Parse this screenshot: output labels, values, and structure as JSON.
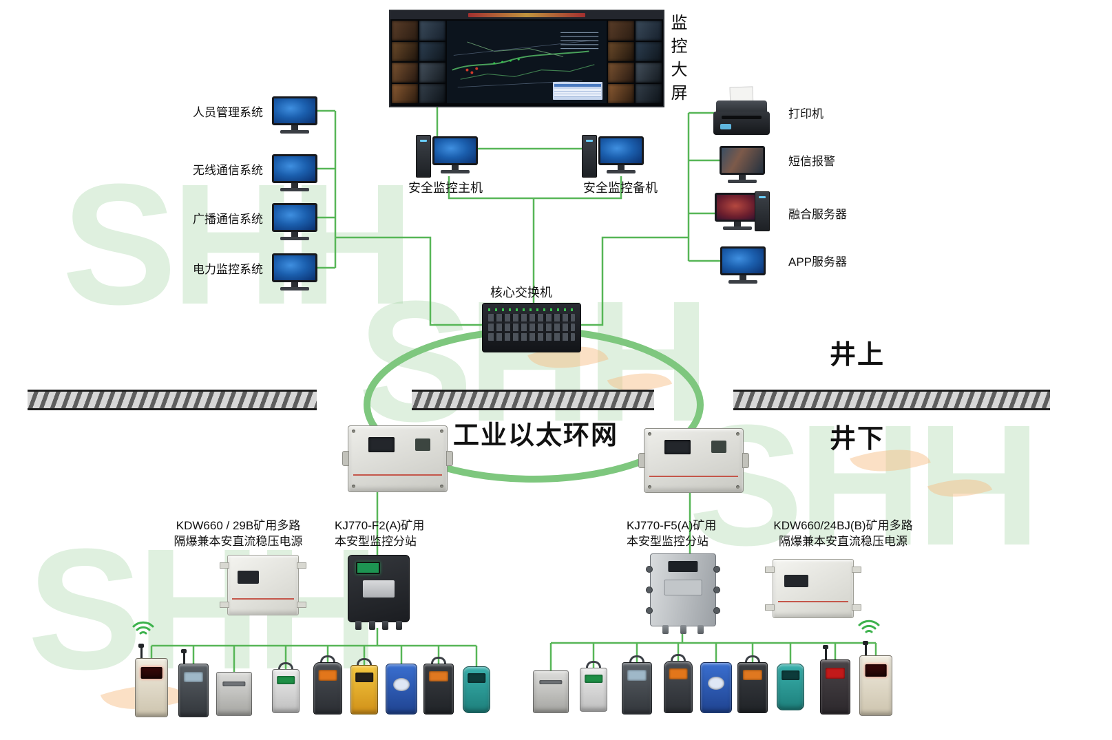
{
  "watermark": {
    "text": "SHH",
    "color": "#96cd96"
  },
  "colors": {
    "wire": "#57b657",
    "ring": "#7ec77e",
    "ground": "#5e5e5e"
  },
  "big_screen": {
    "label": "监控大屏"
  },
  "left_systems": [
    {
      "label": "人员管理系统"
    },
    {
      "label": "无线通信系统"
    },
    {
      "label": "广播通信系统"
    },
    {
      "label": "电力监控系统"
    }
  ],
  "servers": {
    "main": "安全监控主机",
    "backup": "安全监控备机"
  },
  "right_systems": [
    {
      "label": "打印机"
    },
    {
      "label": "短信报警"
    },
    {
      "label": "融合服务器"
    },
    {
      "label": "APP服务器"
    }
  ],
  "core_switch": {
    "label": "核心交换机"
  },
  "ring": {
    "label": "工业以太环网"
  },
  "zones": {
    "surface": "井上",
    "underground": "井下"
  },
  "underground_labels": [
    {
      "line1": "KDW660 / 29B矿用多路",
      "line2": "隔爆兼本安直流稳压电源"
    },
    {
      "line1": "KJ770-F2(A)矿用",
      "line2": "本安型监控分站"
    },
    {
      "line1": "KJ770-F5(A)矿用",
      "line2": "本安型监控分站"
    },
    {
      "line1": "KDW660/24BJ(B)矿用多路",
      "line2": "隔爆兼本安直流稳压电源"
    }
  ],
  "icons": {
    "wifi": "wifi-icon",
    "antenna": "antenna-icon"
  }
}
